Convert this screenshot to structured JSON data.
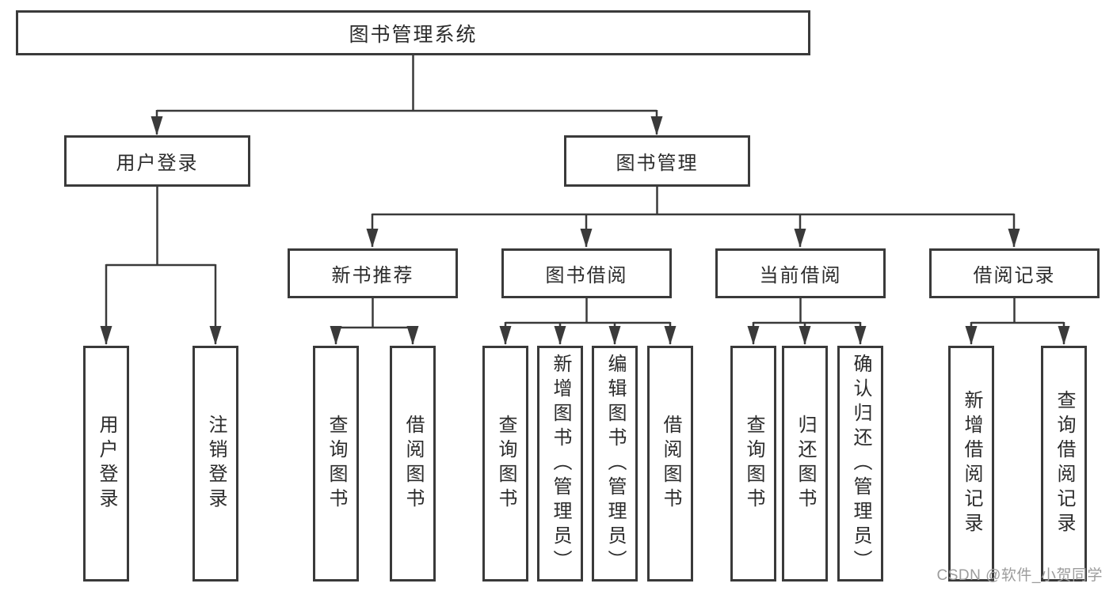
{
  "diagram_type": "hierarchy-tree",
  "title": "图书管理系统",
  "watermark": "CSDN @软件_小贺同学",
  "colors": {
    "background": "#ffffff",
    "line": "#3a3a3a",
    "box_border": "#3a3a3a",
    "text": "#2b2b2b",
    "watermark": "#9c9c9c"
  },
  "tree": {
    "label": "图书管理系统",
    "children": [
      {
        "label": "用户登录",
        "children": [
          {
            "label": "用户登录"
          },
          {
            "label": "注销登录"
          }
        ]
      },
      {
        "label": "图书管理",
        "children": [
          {
            "label": "新书推荐",
            "children": [
              {
                "label": "查询图书"
              },
              {
                "label": "借阅图书"
              }
            ]
          },
          {
            "label": "图书借阅",
            "children": [
              {
                "label": "查询图书"
              },
              {
                "label": "新增图书（管理员）"
              },
              {
                "label": "编辑图书（管理员）"
              },
              {
                "label": "借阅图书"
              }
            ]
          },
          {
            "label": "当前借阅",
            "children": [
              {
                "label": "查询图书"
              },
              {
                "label": "归还图书"
              },
              {
                "label": "确认归还（管理员）"
              }
            ]
          },
          {
            "label": "借阅记录",
            "children": [
              {
                "label": "新增借阅记录"
              },
              {
                "label": "查询借阅记录"
              }
            ]
          }
        ]
      }
    ]
  }
}
